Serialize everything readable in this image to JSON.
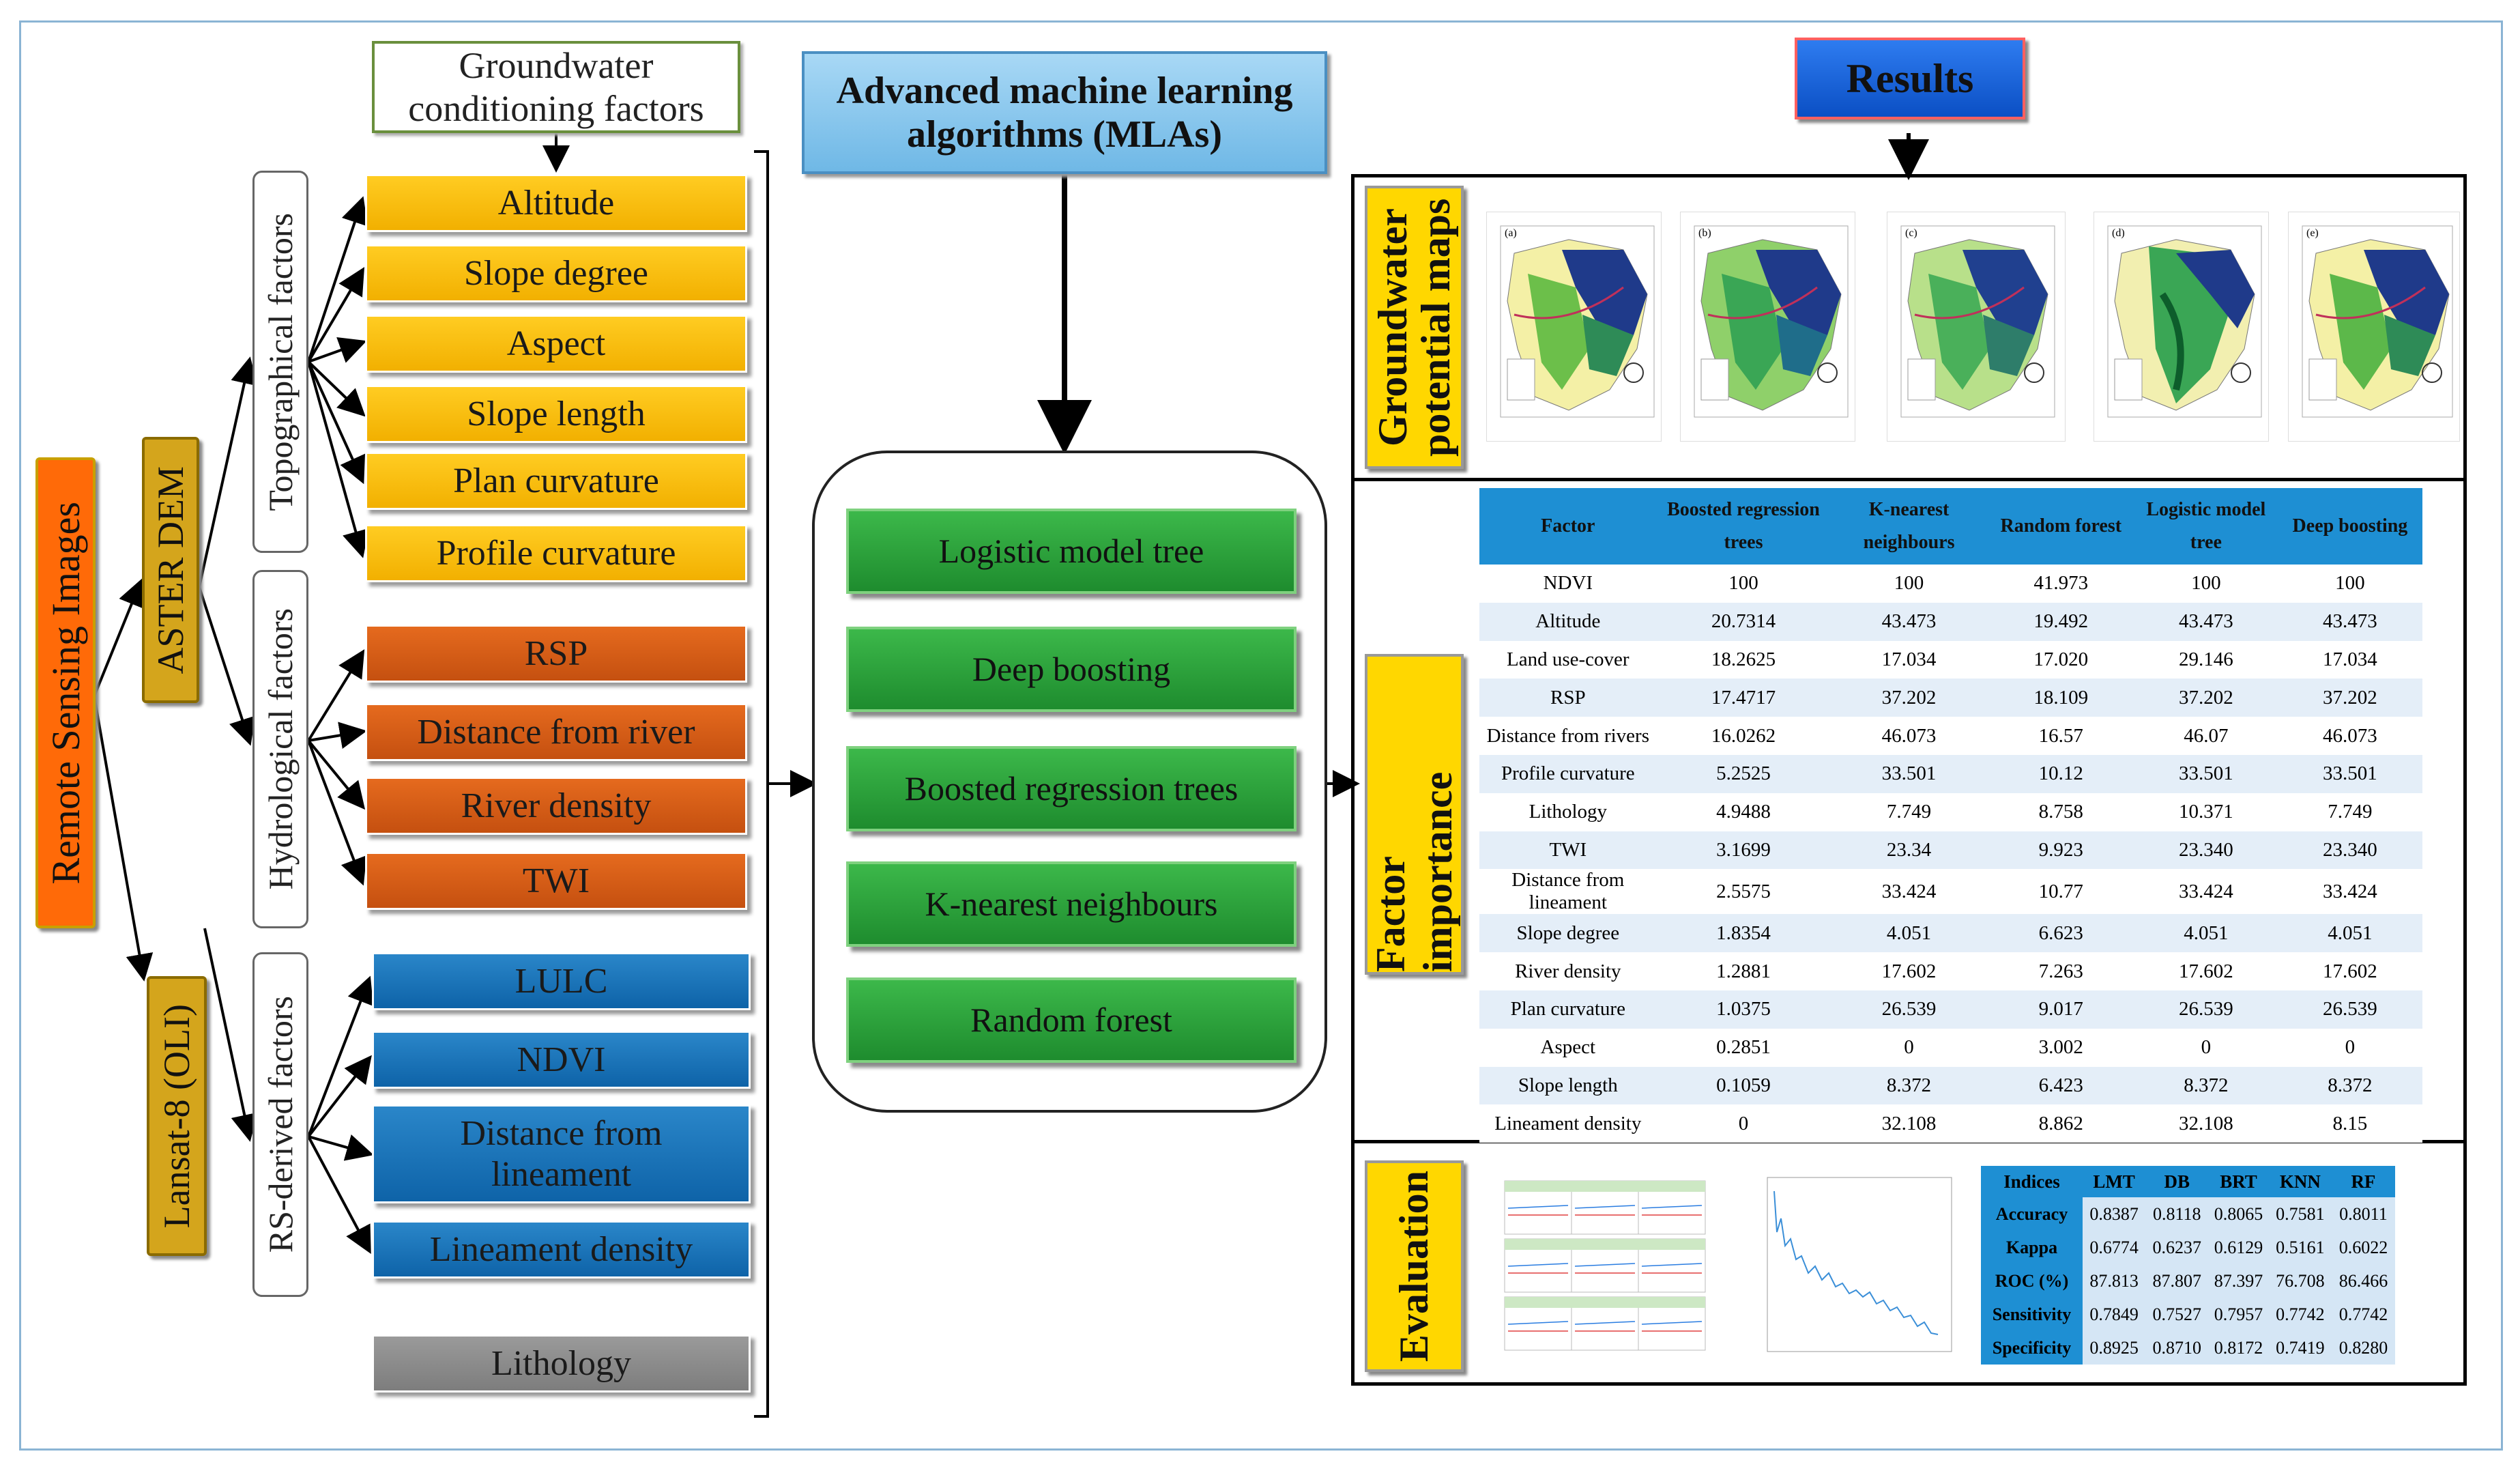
{
  "left": {
    "remote_sensing": "Remote Sensing Images",
    "aster": "ASTER DEM",
    "lansat": "Lansat-8 (OLI)",
    "gw_factors": "Groundwater conditioning factors",
    "topo_group": "Topographical factors",
    "hydro_group": "Hydrological factors",
    "rs_group": "RS-derived factors",
    "topo_items": [
      "Altitude",
      "Slope degree",
      "Aspect",
      "Slope length",
      "Plan curvature",
      "Profile curvature"
    ],
    "hydro_items": [
      "RSP",
      "Distance from river",
      "River density",
      "TWI"
    ],
    "rs_items": [
      "LULC",
      "NDVI",
      "Distance from lineament",
      "Lineament density"
    ],
    "lithology": "Lithology"
  },
  "middle": {
    "title": "Advanced machine learning algorithms (MLAs)",
    "models": [
      "Logistic model tree",
      "Deep boosting",
      "Boosted regression trees",
      "K-nearest neighbours",
      "Random forest"
    ]
  },
  "results": {
    "title": "Results",
    "maps_tab": "Groundwater potential maps",
    "importance_tab": "Factor importance",
    "evaluation_tab": "Evaluation",
    "map_labels": [
      "(a)",
      "(b)",
      "(c)",
      "(d)",
      "(e)"
    ]
  },
  "factor_table": {
    "headers": [
      "Factor",
      "Boosted regression trees",
      "K-nearest neighbours",
      "Random forest",
      "Logistic model tree",
      "Deep boosting"
    ],
    "rows": [
      [
        "NDVI",
        "100",
        "100",
        "41.973",
        "100",
        "100"
      ],
      [
        "Altitude",
        "20.7314",
        "43.473",
        "19.492",
        "43.473",
        "43.473"
      ],
      [
        "Land use-cover",
        "18.2625",
        "17.034",
        "17.020",
        "29.146",
        "17.034"
      ],
      [
        "RSP",
        "17.4717",
        "37.202",
        "18.109",
        "37.202",
        "37.202"
      ],
      [
        "Distance from rivers",
        "16.0262",
        "46.073",
        "16.57",
        "46.07",
        "46.073"
      ],
      [
        "Profile curvature",
        "5.2525",
        "33.501",
        "10.12",
        "33.501",
        "33.501"
      ],
      [
        "Lithology",
        "4.9488",
        "7.749",
        "8.758",
        "10.371",
        "7.749"
      ],
      [
        "TWI",
        "3.1699",
        "23.34",
        "9.923",
        "23.340",
        "23.340"
      ],
      [
        "Distance from lineament",
        "2.5575",
        "33.424",
        "10.77",
        "33.424",
        "33.424"
      ],
      [
        "Slope degree",
        "1.8354",
        "4.051",
        "6.623",
        "4.051",
        "4.051"
      ],
      [
        "River density",
        "1.2881",
        "17.602",
        "7.263",
        "17.602",
        "17.602"
      ],
      [
        "Plan curvature",
        "1.0375",
        "26.539",
        "9.017",
        "26.539",
        "26.539"
      ],
      [
        "Aspect",
        "0.2851",
        "0",
        "3.002",
        "0",
        "0"
      ],
      [
        "Slope length",
        "0.1059",
        "8.372",
        "6.423",
        "8.372",
        "8.372"
      ],
      [
        "Lineament density",
        "0",
        "32.108",
        "8.862",
        "32.108",
        "8.15"
      ]
    ]
  },
  "eval_table": {
    "headers": [
      "Indices",
      "LMT",
      "DB",
      "BRT",
      "KNN",
      "RF"
    ],
    "rows": [
      [
        "Accuracy",
        "0.8387",
        "0.8118",
        "0.8065",
        "0.7581",
        "0.8011"
      ],
      [
        "Kappa",
        "0.6774",
        "0.6237",
        "0.6129",
        "0.5161",
        "0.6022"
      ],
      [
        "ROC (%)",
        "87.813",
        "87.807",
        "87.397",
        "76.708",
        "86.466"
      ],
      [
        "Sensitivity",
        "0.7849",
        "0.7527",
        "0.7957",
        "0.7742",
        "0.7742"
      ],
      [
        "Specificity",
        "0.8925",
        "0.8710",
        "0.8172",
        "0.7419",
        "0.8280"
      ]
    ]
  },
  "colors": {
    "topographic": "#f2b000",
    "hydrological": "#c55010",
    "rs_derived": "#0e63a8",
    "lithology": "#7d7d7d",
    "model": "#1e8c2e",
    "results_header": "#0c5fd4",
    "table_header": "#1e8fd3"
  }
}
